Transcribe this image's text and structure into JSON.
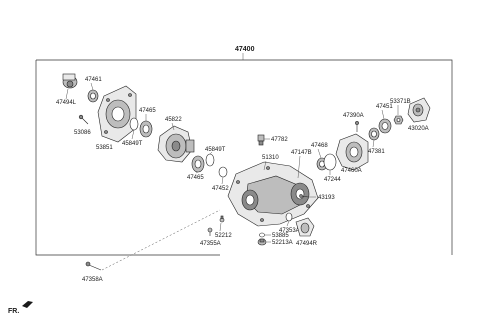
{
  "labels": {
    "assembly": "47400",
    "p47461": "47461",
    "p47494L": "47494L",
    "p53086": "53086",
    "p53851": "53851",
    "p47465a": "47465",
    "p45849Ta": "45849T",
    "p45822": "45822",
    "p45849Tb": "45849T",
    "p47465b": "47465",
    "p47452": "47452",
    "p47782": "47782",
    "p51310": "51310",
    "p47147B": "47147B",
    "p47468": "47468",
    "p47244": "47244",
    "p43193": "43193",
    "p47390A": "47390A",
    "p47451": "47451",
    "p53371B": "53371B",
    "p43020A": "43020A",
    "p47381": "47381",
    "p47460A": "47460A",
    "p47353A": "47353A",
    "p53885": "53885",
    "p52213A": "52213A",
    "p47494R": "47494R",
    "p52212": "52212",
    "p47355A": "47355A",
    "p47358A": "47358A",
    "fr": "FR."
  }
}
